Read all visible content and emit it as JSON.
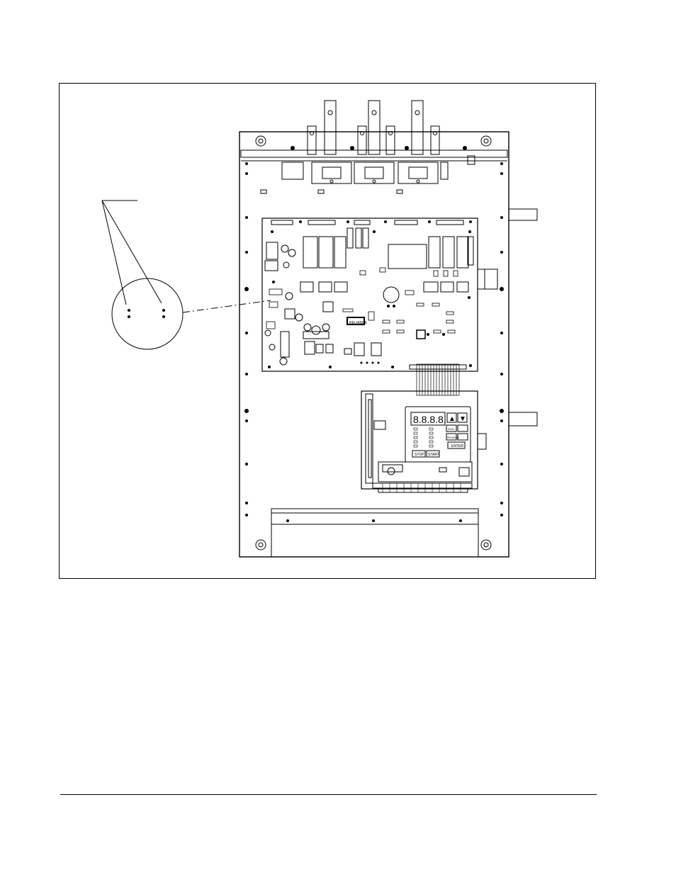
{
  "keypad": {
    "display_digits": "8.8.8.8.",
    "run_label": "RUN",
    "program_label": "PROGRAM",
    "enter_label": "ENTER",
    "stop_label": "STOP",
    "start_label": "START",
    "up_arrow": "▲",
    "down_arrow": "▼"
  },
  "board_logo": "RELIANCE"
}
